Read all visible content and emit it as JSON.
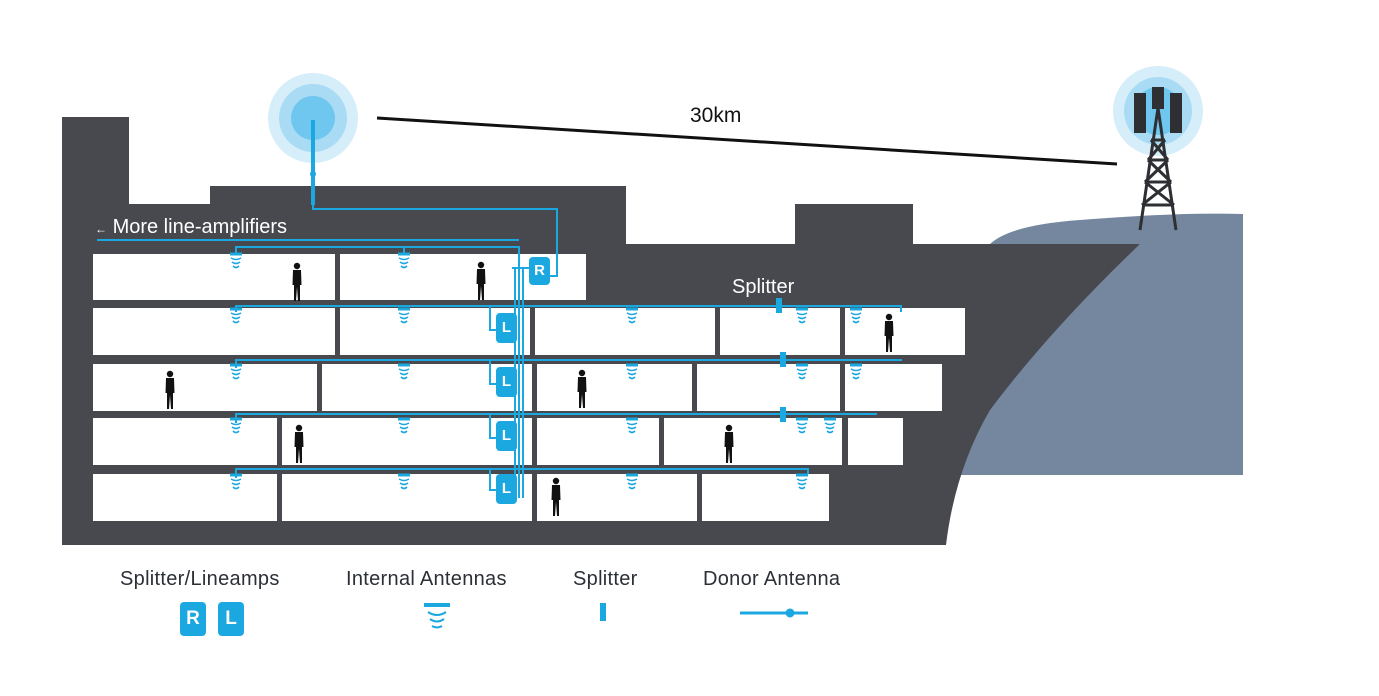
{
  "distance_label": "30km",
  "more_amplifiers_label": "More line-amplifiers",
  "splitter_callout": "Splitter",
  "badges": {
    "repeater": "R",
    "line_amp": "L"
  },
  "legend": {
    "splitter_lineamps": "Splitter/Lineamps",
    "internal_antennas": "Internal Antennas",
    "splitter": "Splitter",
    "donor_antenna": "Donor Antenna"
  },
  "colors": {
    "building": "#47494e",
    "hill": "#75869f",
    "room": "#ffffff",
    "cable": "#1ba8e0",
    "signal_halo": "#bfe6f7"
  }
}
